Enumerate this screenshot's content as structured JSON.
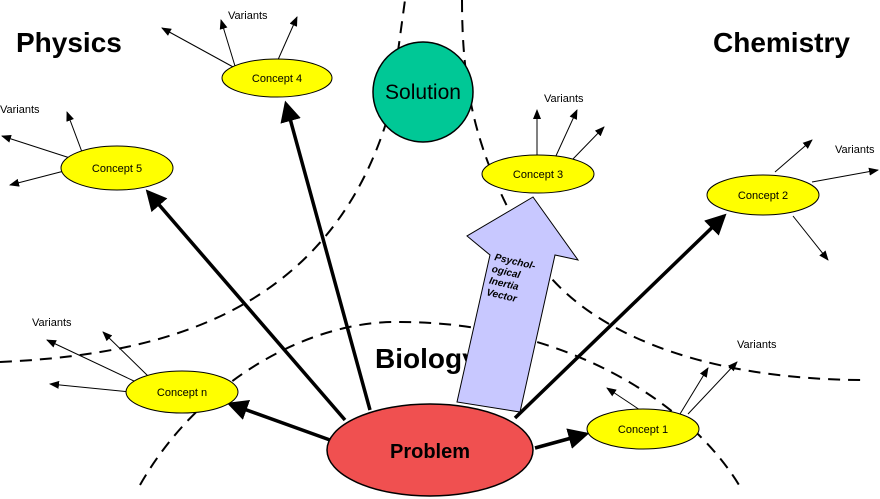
{
  "regions": {
    "physics": "Physics",
    "chemistry": "Chemistry",
    "biology": "Biology"
  },
  "solution": "Solution",
  "problem": "Problem",
  "concepts": {
    "c1": "Concept 1",
    "c2": "Concept 2",
    "c3": "Concept 3",
    "c4": "Concept 4",
    "c5": "Concept 5",
    "cn": "Concept n"
  },
  "variants_label": "Variants",
  "vector_label": [
    "Psychol-",
    "ogical",
    "Inertia",
    "Vector"
  ],
  "colors": {
    "concept_fill": "#ffff00",
    "solution_fill": "#00c896",
    "problem_fill": "#f05050",
    "vector_fill": "#c8c8ff"
  }
}
